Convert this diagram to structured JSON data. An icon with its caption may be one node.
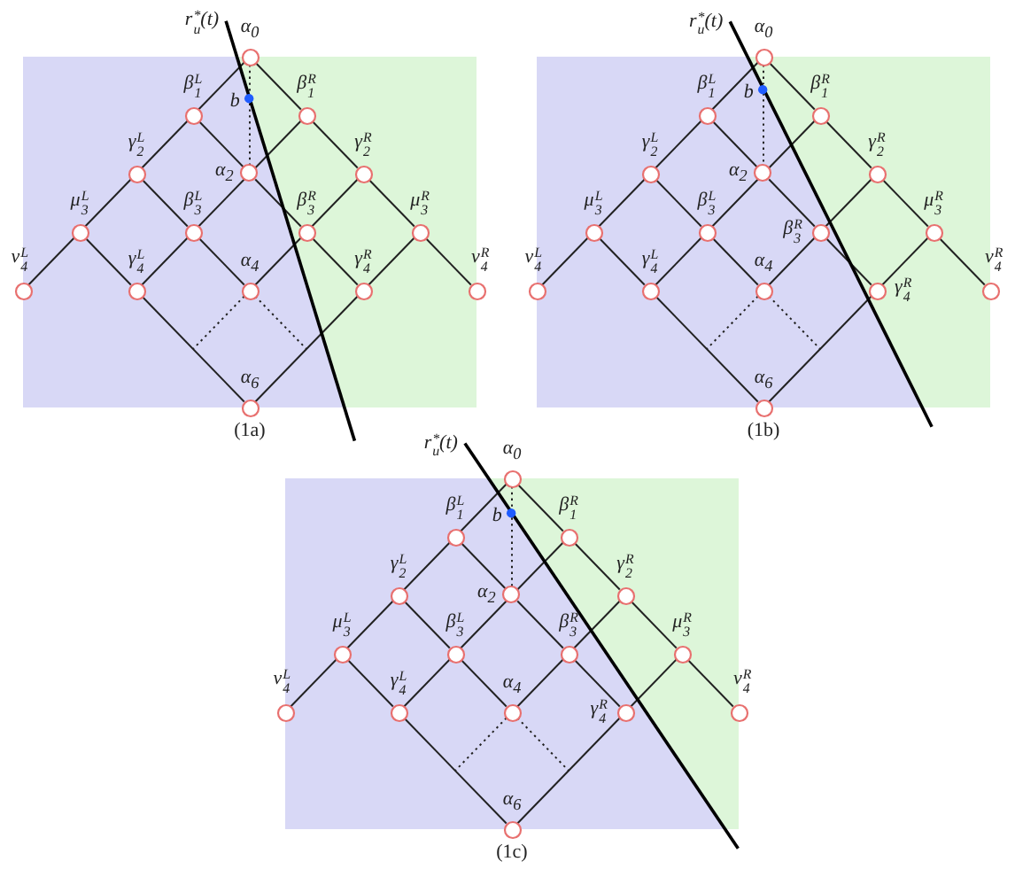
{
  "diagram": {
    "nodes": [
      {
        "text": [
          "α$_{0}$"
        ]
      },
      {
        "text": [
          "β$_{1}$$^{L}$"
        ]
      },
      {
        "text": [
          "b"
        ]
      },
      {
        "text": [
          "β$_{1}$$^{R}$"
        ]
      },
      {
        "text": [
          "γ$_{2}$$^{L}$"
        ]
      },
      {
        "text": [
          "α$_{2}$"
        ]
      },
      {
        "text": [
          "γ$_{2}$$^{R}$"
        ]
      },
      {
        "text": [
          "μ$_{3}$$^{L}$"
        ]
      },
      {
        "text": [
          "β$_{3}$$^{L}$"
        ]
      },
      {
        "text": [
          "β$_{3}$$^{R}$"
        ]
      },
      {
        "text": [
          "μ$_{3}$$^{R}$"
        ]
      },
      {
        "text": [
          "ν$_{4}$$^{L}$"
        ]
      },
      {
        "text": [
          "γ$_{4}$$^{L}$"
        ]
      },
      {
        "text": [
          "α$_{4}$"
        ]
      },
      {
        "text": [
          "γ$_{4}$$^{R}$"
        ]
      },
      {
        "text": [
          "ν$_{4}$$^{R}$"
        ]
      },
      {
        "text": [
          "α$_{6}$"
        ]
      },
      {
        "text": [
          "α$_{0}$"
        ]
      },
      {
        "text": [
          "β$_{1}$$^{L}$"
        ]
      },
      {
        "text": [
          "b"
        ]
      },
      {
        "text": [
          "β$_{1}$$^{R}$"
        ]
      },
      {
        "text": [
          "γ$_{2}$$^{L}$"
        ]
      },
      {
        "text": [
          "α$_{2}$"
        ]
      },
      {
        "text": [
          "γ$_{2}$$^{R}$"
        ]
      },
      {
        "text": [
          "μ$_{3}$$^{L}$"
        ]
      },
      {
        "text": [
          "β$_{3}$$^{L}$"
        ]
      },
      {
        "text": [
          "β$_{3}$$^{R}$"
        ]
      },
      {
        "text": [
          "μ$_{3}$$^{R}$"
        ]
      },
      {
        "text": [
          "ν$_{4}$$^{L}$"
        ]
      },
      {
        "text": [
          "γ$_{4}$$^{L}$"
        ]
      },
      {
        "text": [
          "α$_{4}$"
        ]
      },
      {
        "text": [
          "γ$_{4}$$^{R}$"
        ]
      },
      {
        "text": [
          "ν$_{4}$$^{R}$"
        ]
      },
      {
        "text": [
          "α$_{6}$"
        ]
      },
      {
        "text": [
          "α$_{0}$"
        ]
      },
      {
        "text": [
          "β$_{1}$$^{L}$"
        ]
      },
      {
        "text": [
          "b"
        ]
      },
      {
        "text": [
          "β$_{1}$$^{R}$"
        ]
      },
      {
        "text": [
          "γ$_{2}$$^{L}$"
        ]
      },
      {
        "text": [
          "α$_{2}$"
        ]
      },
      {
        "text": [
          "γ$_{2}$$^{R}$"
        ]
      },
      {
        "text": [
          "μ$_{3}$$^{L}$"
        ]
      },
      {
        "text": [
          "β$_{3}$$^{L}$"
        ]
      },
      {
        "text": [
          "β$_{3}$$^{R}$"
        ]
      },
      {
        "text": [
          "μ$_{3}$$^{R}$"
        ]
      },
      {
        "text": [
          "ν$_{4}$$^{L}$"
        ]
      },
      {
        "text": [
          "γ$_{4}$$^{L}$"
        ]
      },
      {
        "text": [
          "α$_{4}$"
        ]
      },
      {
        "text": [
          "γ$_{4}$$^{R}$"
        ]
      },
      {
        "text": [
          "ν$_{4}$$^{R}$"
        ]
      },
      {
        "text": [
          "α$_{6}$"
        ]
      }
    ],
    "edges": [
      {
        "from": 0,
        "to": 1,
        "arrow": "none"
      },
      {
        "from": 0,
        "to": 3,
        "arrow": "none"
      },
      {
        "from": 1,
        "to": 4,
        "arrow": "none"
      },
      {
        "from": 1,
        "to": 5,
        "arrow": "none"
      },
      {
        "from": 3,
        "to": 5,
        "arrow": "none"
      },
      {
        "from": 3,
        "to": 6,
        "arrow": "none"
      },
      {
        "from": 4,
        "to": 7,
        "arrow": "none"
      },
      {
        "from": 4,
        "to": 8,
        "arrow": "none"
      },
      {
        "from": 5,
        "to": 8,
        "arrow": "none"
      },
      {
        "from": 5,
        "to": 9,
        "arrow": "none"
      },
      {
        "from": 6,
        "to": 9,
        "arrow": "none"
      },
      {
        "from": 6,
        "to": 10,
        "arrow": "none"
      },
      {
        "from": 7,
        "to": 11,
        "arrow": "none"
      },
      {
        "from": 7,
        "to": 12,
        "arrow": "none"
      },
      {
        "from": 8,
        "to": 12,
        "arrow": "none"
      },
      {
        "from": 8,
        "to": 13,
        "arrow": "none"
      },
      {
        "from": 9,
        "to": 13,
        "arrow": "none"
      },
      {
        "from": 9,
        "to": 14,
        "arrow": "none"
      },
      {
        "from": 10,
        "to": 14,
        "arrow": "none"
      },
      {
        "from": 10,
        "to": 15,
        "arrow": "none"
      },
      {
        "from": 12,
        "to": 16,
        "arrow": "none"
      },
      {
        "from": 14,
        "to": 16,
        "arrow": "none"
      },
      {
        "from": 0,
        "to": 2,
        "arrow": "none",
        "style": "dashed"
      },
      {
        "from": 2,
        "to": 5,
        "arrow": "none",
        "style": "dashed"
      },
      {
        "from": 13,
        "to": null,
        "arrow": "none",
        "style": "dashed"
      },
      {
        "from": 13,
        "to": null,
        "arrow": "none",
        "style": "dashed"
      },
      {
        "from": 17,
        "to": 18,
        "arrow": "none"
      },
      {
        "from": 17,
        "to": 20,
        "arrow": "none"
      },
      {
        "from": 18,
        "to": 21,
        "arrow": "none"
      },
      {
        "from": 18,
        "to": 22,
        "arrow": "none"
      },
      {
        "from": 20,
        "to": 22,
        "arrow": "none"
      },
      {
        "from": 20,
        "to": 23,
        "arrow": "none"
      },
      {
        "from": 21,
        "to": 24,
        "arrow": "none"
      },
      {
        "from": 21,
        "to": 25,
        "arrow": "none"
      },
      {
        "from": 22,
        "to": 25,
        "arrow": "none"
      },
      {
        "from": 22,
        "to": 26,
        "arrow": "none"
      },
      {
        "from": 23,
        "to": 26,
        "arrow": "none"
      },
      {
        "from": 23,
        "to": 27,
        "arrow": "none"
      },
      {
        "from": 24,
        "to": 28,
        "arrow": "none"
      },
      {
        "from": 24,
        "to": 29,
        "arrow": "none"
      },
      {
        "from": 25,
        "to": 29,
        "arrow": "none"
      },
      {
        "from": 25,
        "to": 30,
        "arrow": "none"
      },
      {
        "from": 26,
        "to": 30,
        "arrow": "none"
      },
      {
        "from": 26,
        "to": 31,
        "arrow": "none"
      },
      {
        "from": 27,
        "to": 31,
        "arrow": "none"
      },
      {
        "from": 27,
        "to": 32,
        "arrow": "none"
      },
      {
        "from": 29,
        "to": 33,
        "arrow": "none"
      },
      {
        "from": 31,
        "to": 33,
        "arrow": "none"
      },
      {
        "from": 17,
        "to": 19,
        "arrow": "none",
        "style": "dashed"
      },
      {
        "from": 19,
        "to": 22,
        "arrow": "none",
        "style": "dashed"
      },
      {
        "from": 30,
        "to": null,
        "arrow": "none",
        "style": "dashed"
      },
      {
        "from": 30,
        "to": null,
        "arrow": "none",
        "style": "dashed"
      },
      {
        "from": 34,
        "to": 35,
        "arrow": "none"
      },
      {
        "from": 34,
        "to": 37,
        "arrow": "none"
      },
      {
        "from": 35,
        "to": 38,
        "arrow": "none"
      },
      {
        "from": 35,
        "to": 39,
        "arrow": "none"
      },
      {
        "from": 37,
        "to": 39,
        "arrow": "none"
      },
      {
        "from": 37,
        "to": 40,
        "arrow": "none"
      },
      {
        "from": 38,
        "to": 41,
        "arrow": "none"
      },
      {
        "from": 38,
        "to": 42,
        "arrow": "none"
      },
      {
        "from": 39,
        "to": 42,
        "arrow": "none"
      },
      {
        "from": 39,
        "to": 43,
        "arrow": "none"
      },
      {
        "from": 40,
        "to": 43,
        "arrow": "none"
      },
      {
        "from": 40,
        "to": 44,
        "arrow": "none"
      },
      {
        "from": 41,
        "to": 45,
        "arrow": "none"
      },
      {
        "from": 41,
        "to": 46,
        "arrow": "none"
      },
      {
        "from": 42,
        "to": 46,
        "arrow": "none"
      },
      {
        "from": 42,
        "to": 47,
        "arrow": "none"
      },
      {
        "from": 43,
        "to": 47,
        "arrow": "none"
      },
      {
        "from": 43,
        "to": 48,
        "arrow": "none"
      },
      {
        "from": 44,
        "to": 48,
        "arrow": "none"
      },
      {
        "from": 44,
        "to": 49,
        "arrow": "none"
      },
      {
        "from": 46,
        "to": 50,
        "arrow": "none"
      },
      {
        "from": 48,
        "to": 50,
        "arrow": "none"
      },
      {
        "from": 34,
        "to": 36,
        "arrow": "none",
        "style": "dashed"
      },
      {
        "from": 36,
        "to": 39,
        "arrow": "none",
        "style": "dashed"
      },
      {
        "from": 47,
        "to": null,
        "arrow": "none",
        "style": "dashed"
      },
      {
        "from": 47,
        "to": null,
        "arrow": "none",
        "style": "dashed"
      }
    ],
    "labels": [
      "r$_{u}$$^{*}$(t)",
      "(1a)",
      "r$_{u}$$^{*}$(t)",
      "(1b)",
      "r$_{u}$$^{*}$(t)",
      "(1c)"
    ]
  }
}
